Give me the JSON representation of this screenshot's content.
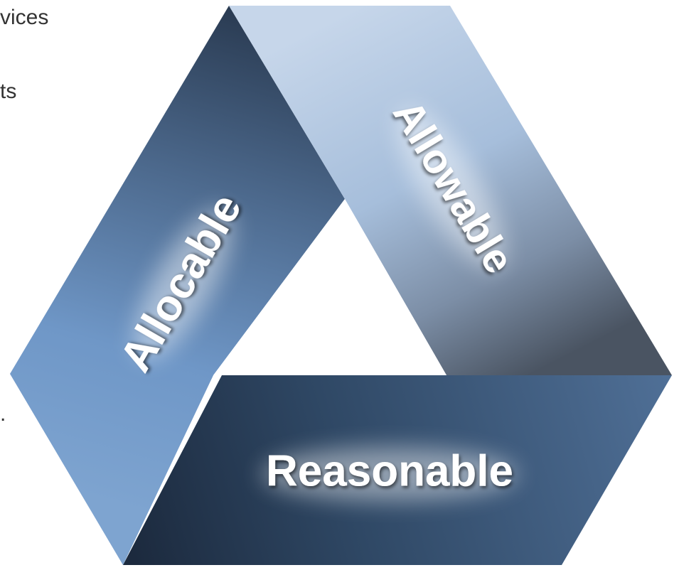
{
  "cropped_side_text": {
    "line_1": "vices",
    "line_2": "ts",
    "line_3": "."
  },
  "diagram": {
    "labels": {
      "left": "Allocable",
      "right": "Allowable",
      "bottom": "Reasonable"
    },
    "colors": {
      "left_band": "#6e93c2",
      "right_band": "#a9c0dc",
      "bottom_band": "#3a5573",
      "label_text": "#ffffff"
    }
  }
}
